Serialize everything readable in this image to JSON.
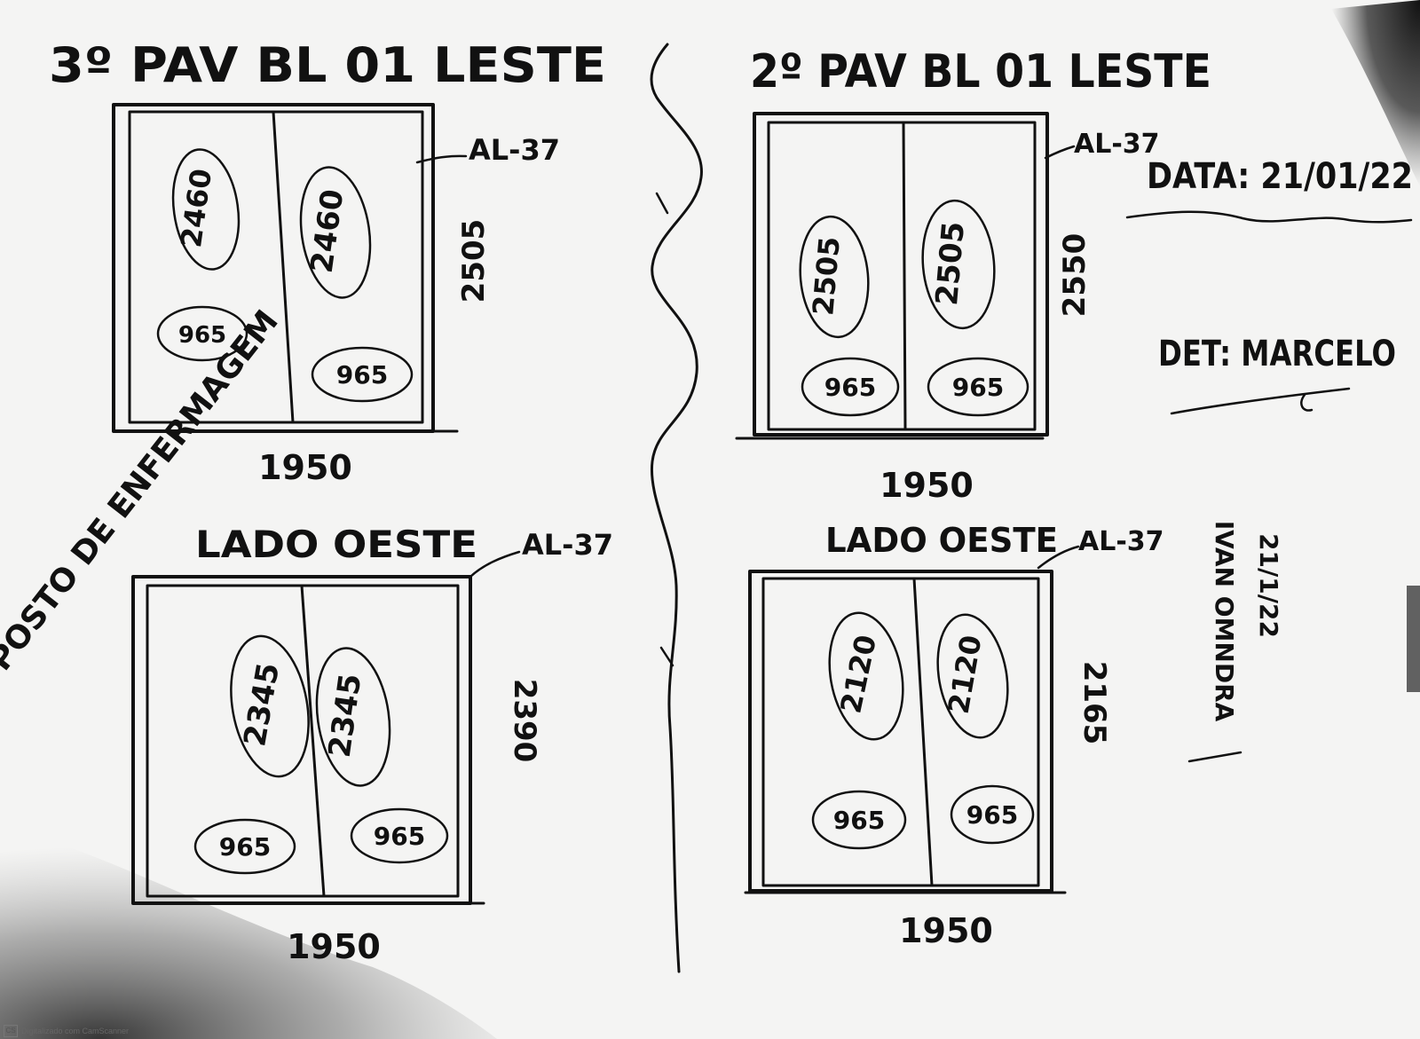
{
  "header": {
    "left_title": "3º PAV BL 01 LESTE",
    "right_title": "2º PAV BL 01 LESTE",
    "date_note": "DATA: 21/01/22",
    "det_note": "DET: MARCELO",
    "vertical_note": "IVAN OMNDRA",
    "vertical_date": "21/1/22"
  },
  "window_tl": {
    "tag": "AL-37",
    "panes": [
      {
        "top": "2460",
        "bottom": "965"
      },
      {
        "top": "2460",
        "bottom": "965"
      }
    ],
    "width": "1950",
    "height": "2505"
  },
  "window_tr": {
    "tag": "AL-37",
    "panes": [
      {
        "top": "2505",
        "bottom": "965"
      },
      {
        "top": "2505",
        "bottom": "965"
      }
    ],
    "width": "1950",
    "height": "2550"
  },
  "window_bl": {
    "label": "LADO OESTE",
    "tag": "AL-37",
    "panes": [
      {
        "top": "2345",
        "bottom": "965"
      },
      {
        "top": "2345",
        "bottom": "965"
      }
    ],
    "width": "1950",
    "height": "2390"
  },
  "window_br": {
    "label": "LADO OESTE",
    "tag": "AL-37",
    "panes": [
      {
        "top": "2120",
        "bottom": "965"
      },
      {
        "top": "2120",
        "bottom": "965"
      }
    ],
    "width": "1950",
    "height": "2165"
  },
  "side_note": "POSTO DE ENFERMAGEM",
  "footer": {
    "scanner_text": "Digitalizado com CamScanner"
  },
  "colors": {
    "ink": "#111111",
    "paper": "#f4f4f3",
    "shadow": "#2a2a2a"
  }
}
